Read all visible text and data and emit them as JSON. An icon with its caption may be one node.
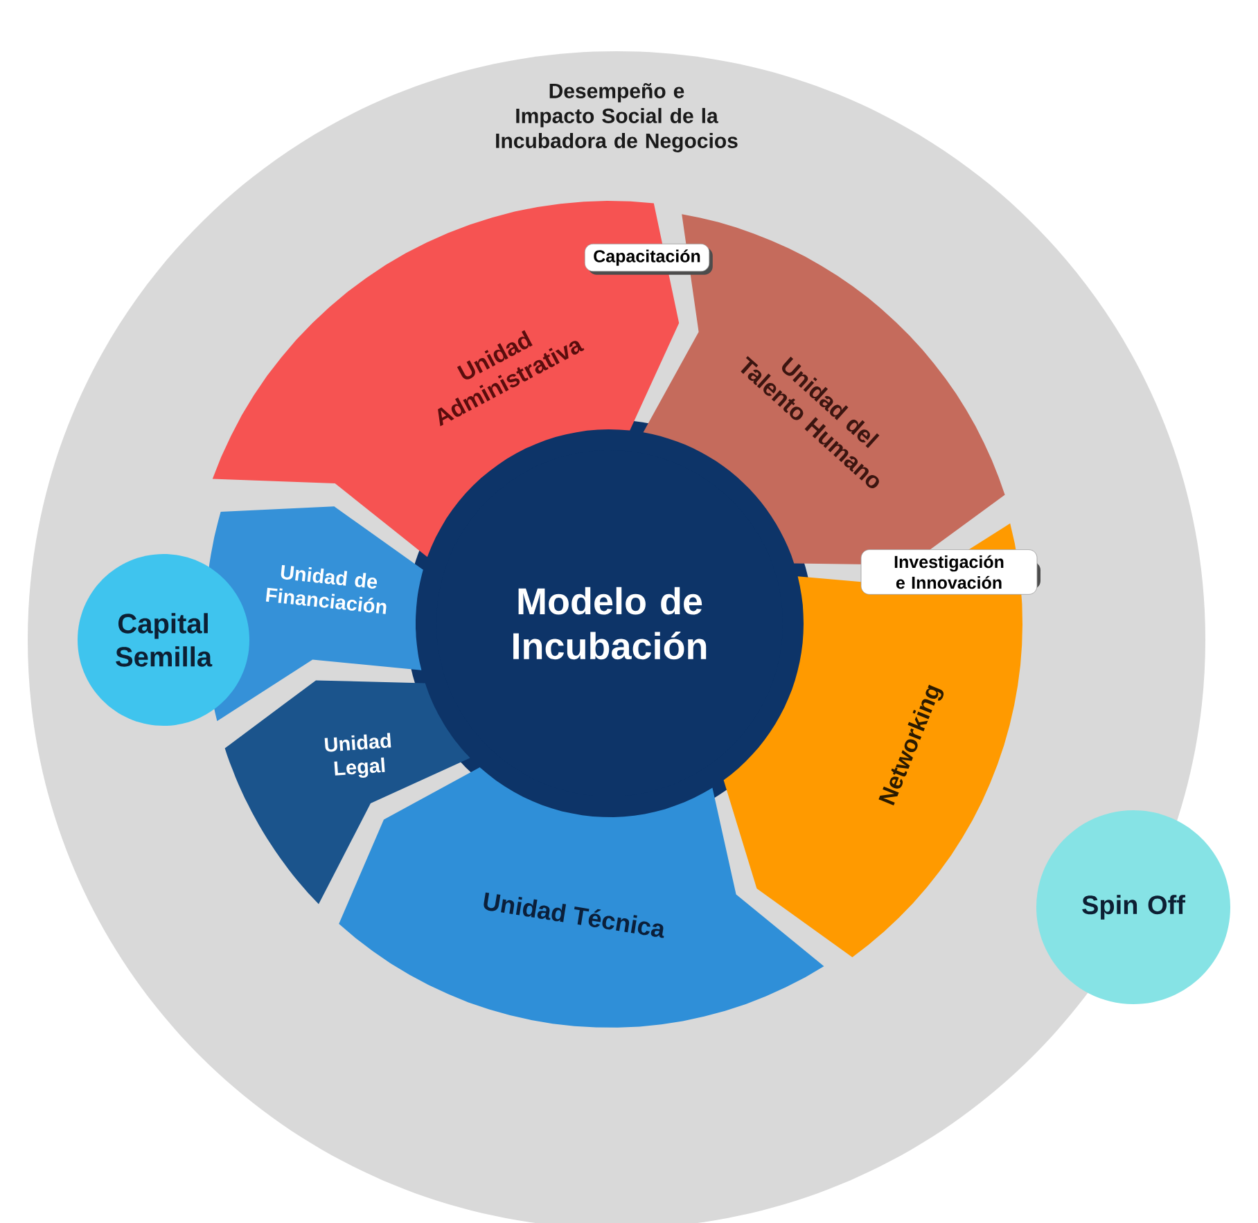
{
  "diagram": {
    "nodes": [
      {
        "text": [
          "Desempeño e Impacto Social de la Incubadora de Negocios"
        ]
      },
      {
        "text": [
          "Modelo de Incubación"
        ],
        "in": 0
      },
      {
        "text": [
          "Unidad Administrativa"
        ],
        "in": 0
      },
      {
        "text": [
          "Unidad del Talento Humano"
        ],
        "in": 0
      },
      {
        "text": [
          "Capacitación"
        ],
        "in": 0
      },
      {
        "text": [
          "Investigación e Innovación"
        ],
        "in": 0
      },
      {
        "text": [
          "Unidad de Financiación"
        ],
        "in": 0
      },
      {
        "text": [
          "Capital Semilla"
        ],
        "in": 0
      },
      {
        "text": [
          "Networking"
        ],
        "in": 0
      },
      {
        "text": [
          "Unidad Legal"
        ],
        "in": 0
      },
      {
        "text": [
          "Unidad Técnica"
        ],
        "in": 0
      },
      {
        "text": [
          "Spin Off"
        ]
      }
    ]
  }
}
